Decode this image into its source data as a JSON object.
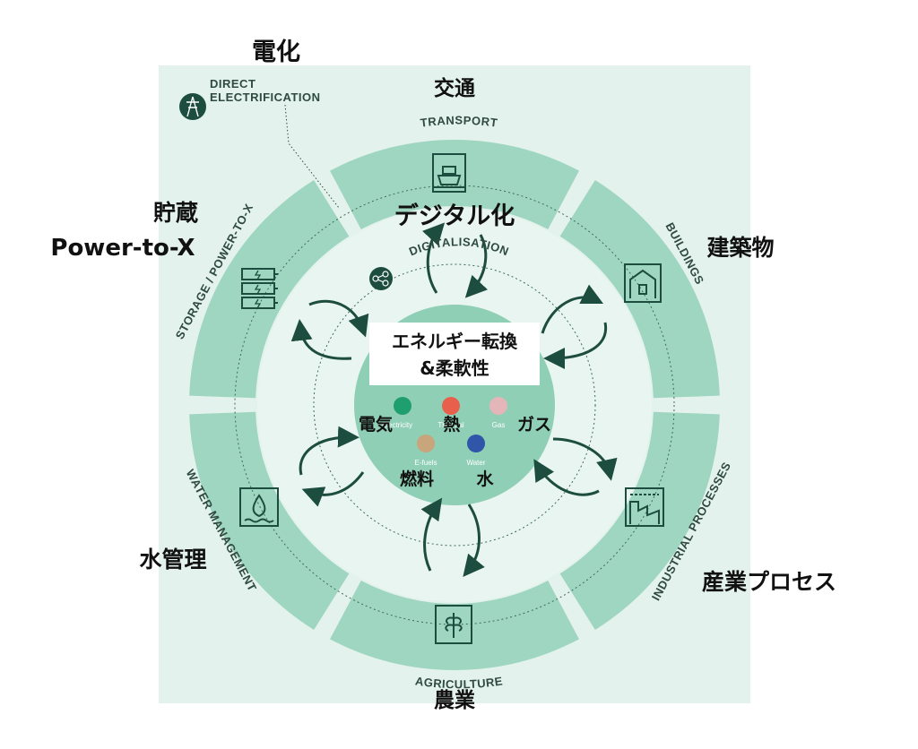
{
  "jp_labels": {
    "electrification": "電化",
    "transport": "交通",
    "storage": "貯蔵",
    "power_to_x": "Power-to-X",
    "digitalisation": "デジタル化",
    "buildings": "建築物",
    "water_management": "水管理",
    "industrial": "産業プロセス",
    "agriculture": "農業"
  },
  "en_labels": {
    "direct_line1": "DIRECT",
    "direct_line2": "ELECTRIFICATION",
    "transport": "TRANSPORT",
    "buildings": "BUILDINGS",
    "industrial": "INDUSTRIAL PROCESSES",
    "agriculture": "AGRICULTURE",
    "water": "WATER MANAGEMENT",
    "storage": "STORAGE / POWER-TO-X",
    "digitalisation": "DIGITALISATION"
  },
  "center": {
    "line1": "エネルギー転換",
    "line2": "&柔軟性"
  },
  "carriers": [
    {
      "en": "Electricity",
      "jp": "電気",
      "color": "#1f9e6f"
    },
    {
      "en": "Thermal",
      "jp": "熱",
      "color": "#e8604c"
    },
    {
      "en": "Gas",
      "jp": "ガス",
      "color": "#e4b6b9"
    },
    {
      "en": "E-fuels",
      "jp": "燃料",
      "color": "#c8a57a"
    },
    {
      "en": "Water",
      "jp": "水",
      "color": "#2f56a8"
    }
  ],
  "colors": {
    "panel": "#e3f2ec",
    "ring": "#9fd6c1",
    "dark_green": "#1d4d3e",
    "center_disk": "#8fcfb6"
  }
}
